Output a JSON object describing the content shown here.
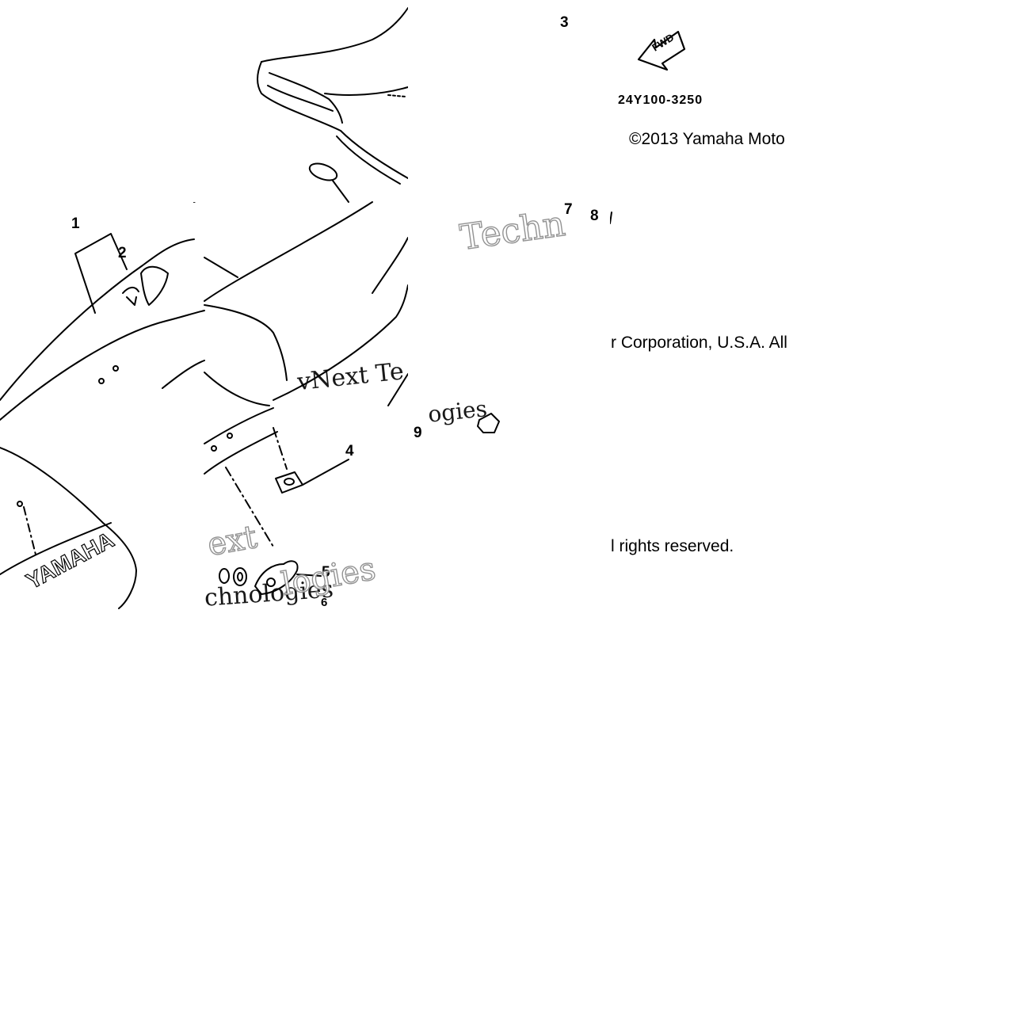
{
  "callouts": [
    "1",
    "2",
    "3",
    "4",
    "5",
    "6",
    "7",
    "8",
    "9"
  ],
  "part_number": "24Y100-3250",
  "fwd_label": "FWD",
  "copyright": {
    "line1": "©2013 Yamaha Moto",
    "line2": "r Corporation, U.S.A. All",
    "line3": "l rights reserved."
  },
  "brand_on_part": "YAMAHA",
  "watermarks": [
    "Techn",
    "vNext Te",
    "ogies",
    "ext",
    "chnologies",
    "logies"
  ],
  "colors": {
    "line": "#000000",
    "background": "#ffffff",
    "watermark_outline": "#888888"
  }
}
